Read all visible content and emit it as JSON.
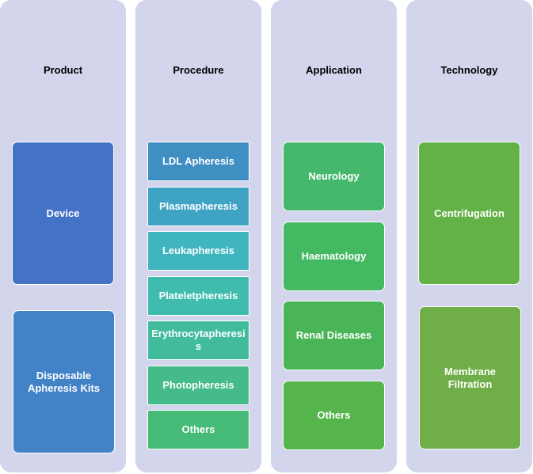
{
  "columns": [
    {
      "title": "Product",
      "items": [
        "Device",
        "Disposable Apheresis Kits"
      ]
    },
    {
      "title": "Procedure",
      "items": [
        "LDL Apheresis",
        "Plasmapheresis",
        "Leukapheresis",
        "Plateletpheresis",
        "Erythrocytapheresis",
        "Photopheresis",
        "Others"
      ]
    },
    {
      "title": "Application",
      "items": [
        "Neurology",
        "Haematology",
        "Renal Diseases",
        "Others"
      ]
    },
    {
      "title": "Technology",
      "items": [
        "Centrifugation",
        "Membrane Filtration"
      ]
    }
  ],
  "colors": {
    "column_bg": "#d3d5ec",
    "product": [
      "#4472c4",
      "#4282c6"
    ],
    "procedure": [
      "#3f8fc3",
      "#3fa3c3",
      "#3fb5bf",
      "#3fbcae",
      "#42bb9c",
      "#44bb89",
      "#46bb77"
    ],
    "application": [
      "#45b86e",
      "#45b862",
      "#49b556",
      "#55b44c"
    ],
    "technology": [
      "#62b247",
      "#6fae48"
    ]
  }
}
